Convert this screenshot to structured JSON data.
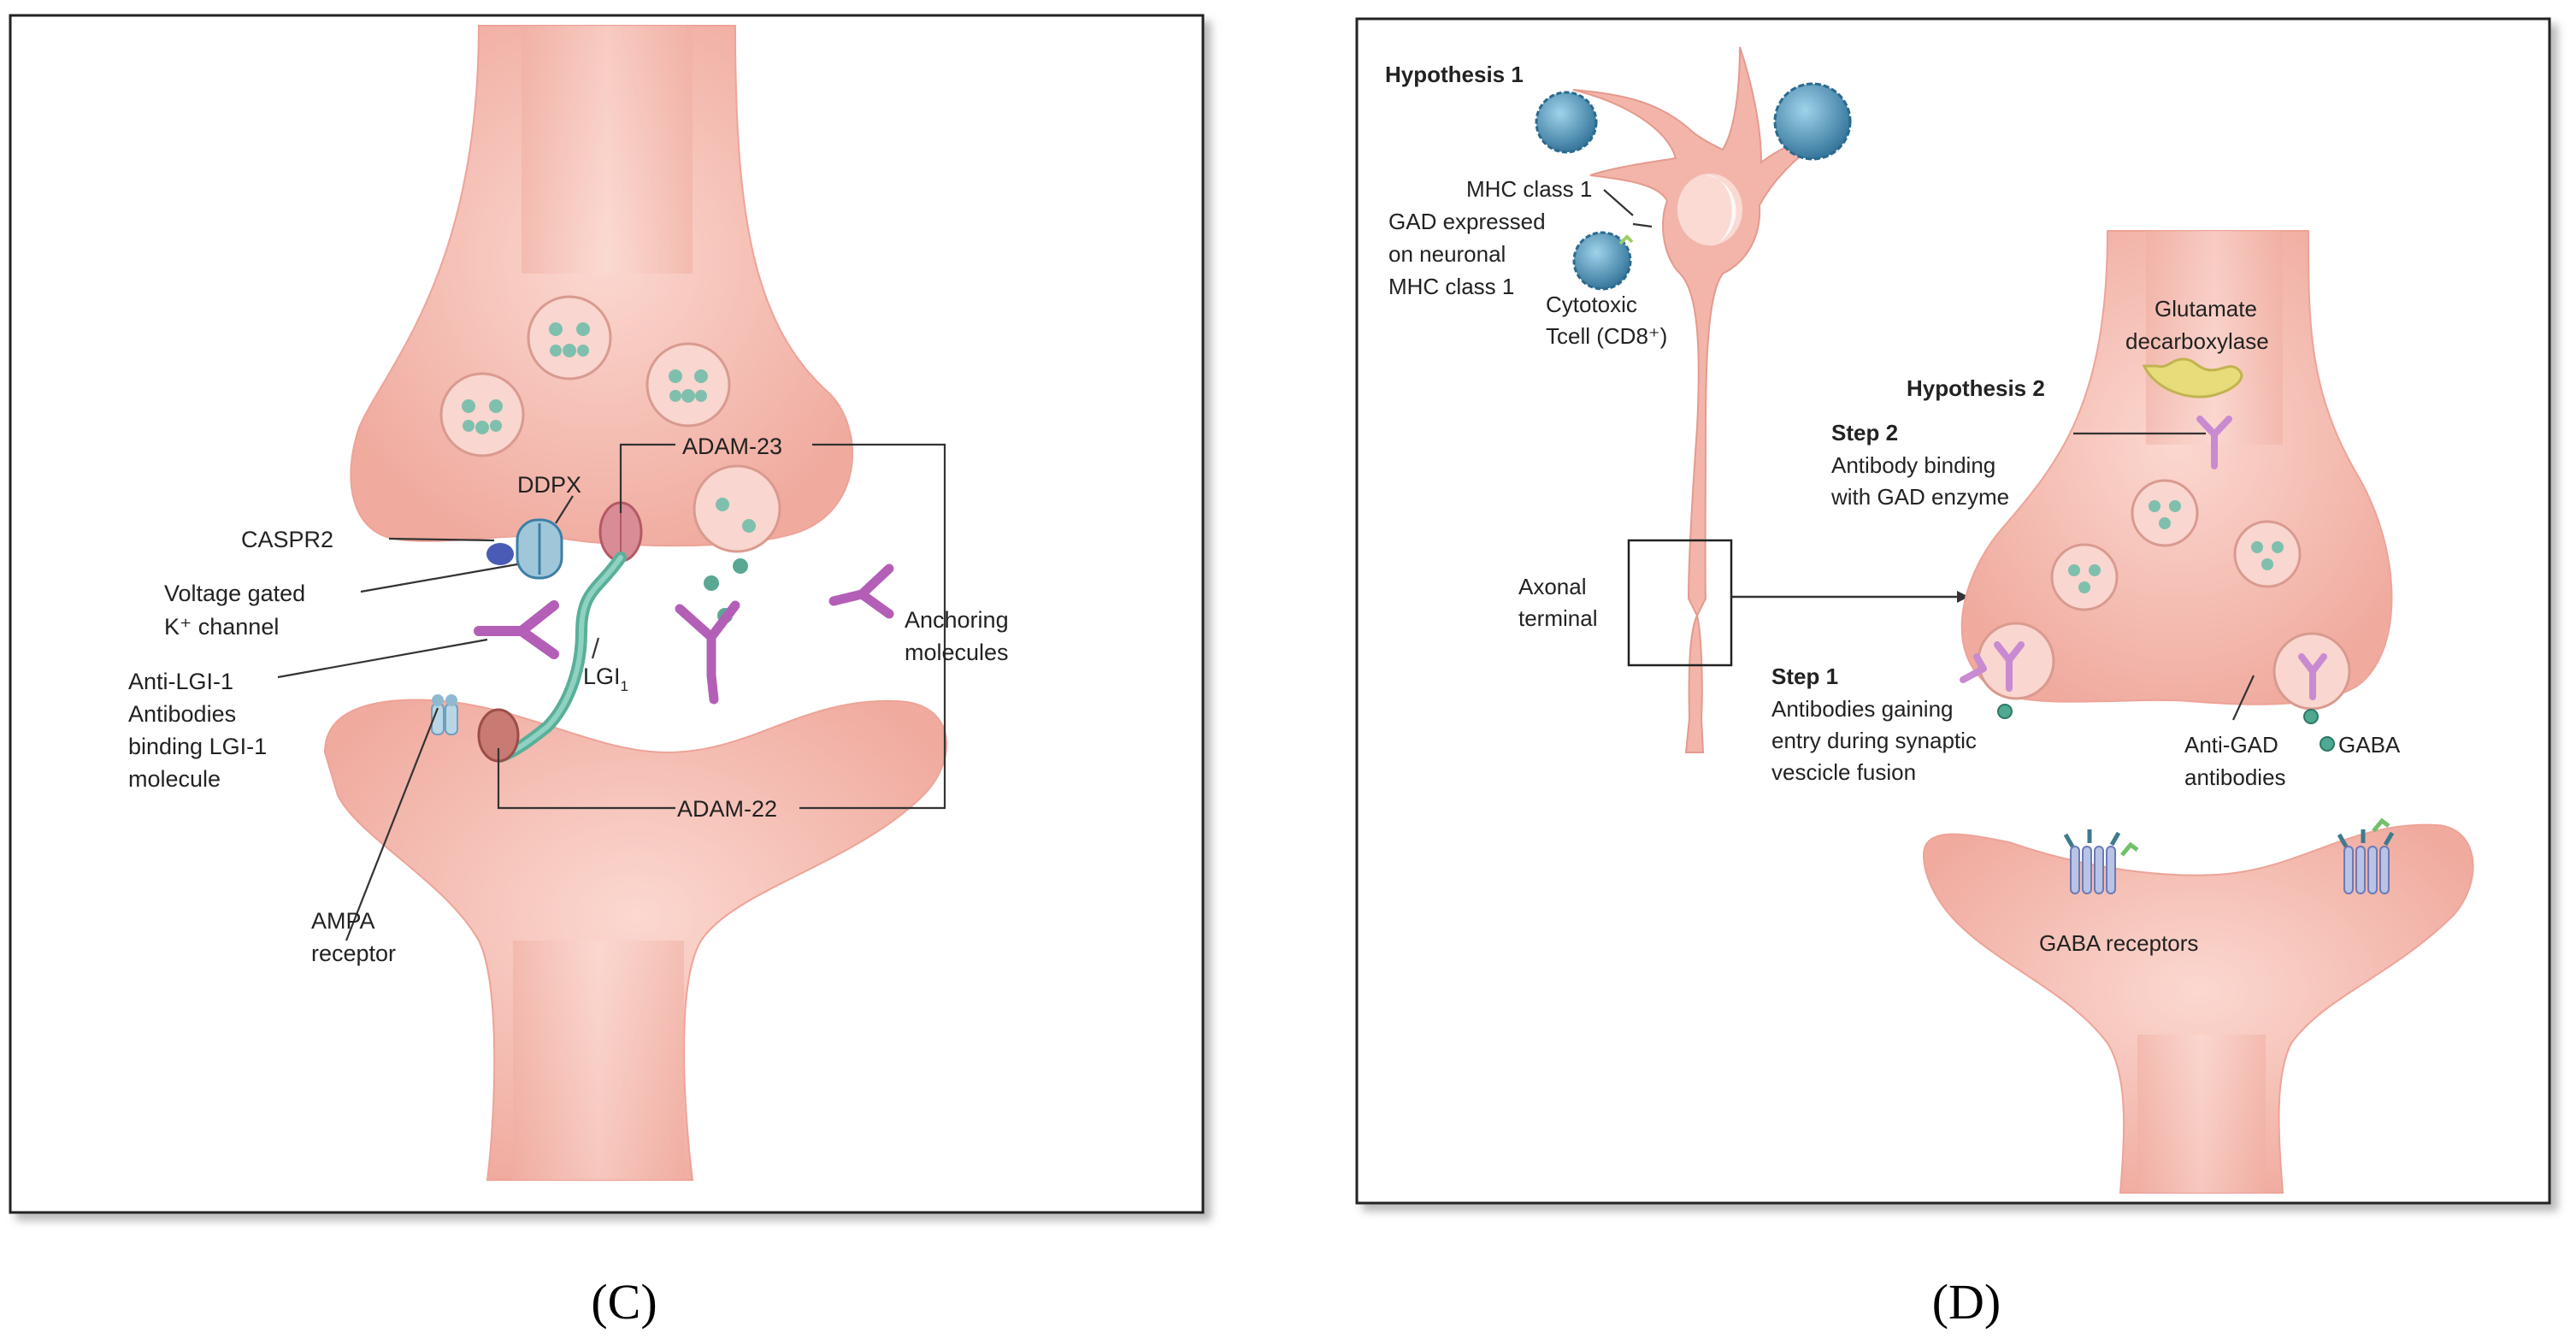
{
  "panels": [
    {
      "id": "C",
      "caption": "(C)",
      "labels": {
        "ddpx": "DDPX",
        "adam23": "ADAM-23",
        "caspr2": "CASPR2",
        "k_channel_1": "Voltage gated",
        "k_channel_2": "K⁺ channel",
        "lgi": "LGI",
        "lgi_sub": "1",
        "anti_lgi_1": "Anti-LGI-1",
        "anti_lgi_2": "Antibodies",
        "anti_lgi_3": "binding LGI-1",
        "anti_lgi_4": "molecule",
        "anchoring_1": "Anchoring",
        "anchoring_2": "molecules",
        "adam22": "ADAM-22",
        "ampa_1": "AMPA",
        "ampa_2": "receptor"
      }
    },
    {
      "id": "D",
      "caption": "(D)",
      "labels": {
        "hypothesis1": "Hypothesis 1",
        "mhc1": "MHC class 1",
        "gad_expr_1": "GAD expressed",
        "gad_expr_2": "on neuronal",
        "gad_expr_3": "MHC class 1",
        "cytotoxic_1": "Cytotoxic",
        "cytotoxic_2": "Tcell (CD8⁺)",
        "glutamate_1": "Glutamate",
        "glutamate_2": "decarboxylase",
        "hypothesis2": "Hypothesis 2",
        "step2_title": "Step 2",
        "step2_1": "Antibody binding",
        "step2_2": "with GAD enzyme",
        "axonal_1": "Axonal",
        "axonal_2": "terminal",
        "step1_title": "Step 1",
        "step1_1": "Antibodies gaining",
        "step1_2": "entry during synaptic",
        "step1_3": "vescicle fusion",
        "antigad_1": "Anti-GAD",
        "antigad_2": "antibodies",
        "gaba": "GABA",
        "gaba_receptors": "GABA receptors"
      }
    }
  ],
  "colors": {
    "neuron_fill": "#f2b8ad",
    "neuron_edge": "#e79c90",
    "vesicle_fill": "#f9d6cf",
    "vesicle_dot": "#7fbfae",
    "antibody": "#b45fb7",
    "lgi": "#74c0ad",
    "tcell": "#3f8fb3",
    "leader": "#333333"
  }
}
